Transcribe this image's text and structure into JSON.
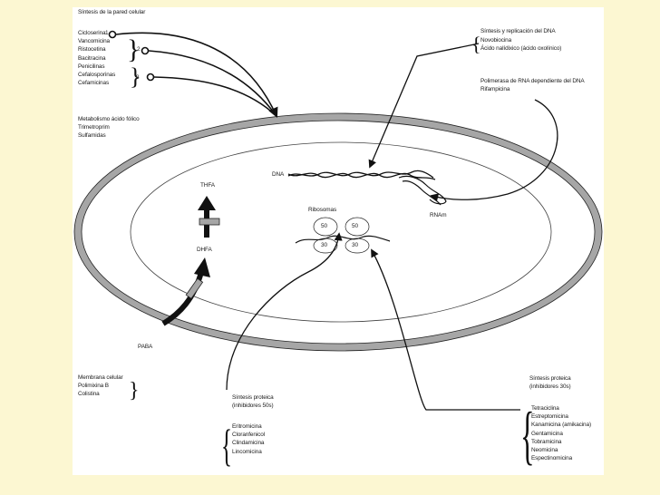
{
  "cell_wall": {
    "title": "Síntesis de la pared celular",
    "items": [
      "Cicloserina",
      "Vancomicina",
      "Ristocetina",
      "Bacitracina",
      "Penicilinas",
      "Cefalosporinas",
      "Cefamicinas"
    ],
    "step_numbers": [
      "1",
      "2",
      "3"
    ]
  },
  "folate": {
    "title": "Metabolismo ácido fólico",
    "items": [
      "Trimetroprim",
      "Sulfamidas"
    ]
  },
  "membrane": {
    "items": [
      "Membrana celular",
      "Polimixina B",
      "Colistina"
    ]
  },
  "dna_synthesis": {
    "title": "Síntesis y replicación del DNA",
    "items": [
      "Novobiocina",
      "Ácido nalídixico (ácido oxolínico)"
    ]
  },
  "rna_polymerase": {
    "items": [
      "Polimerasa de RNA dependiente del DNA",
      "Rifampicina"
    ]
  },
  "protein_30s": {
    "title": "Síntesis proteica",
    "subtitle": "(inhibidores 30s)",
    "items": [
      "Tetraciclina",
      "Estreptomicina",
      "Kanamicina (amikacina)",
      "Gentamicina",
      "Tobramicina",
      "Neomicina",
      "Espectinomicina"
    ]
  },
  "protein_50s": {
    "title": "Síntesis proteica",
    "subtitle": "(inhibidores 50s)",
    "items": [
      "Eritromicina",
      "Cloranfenicol",
      "Clindamicina",
      "Lincomicina"
    ]
  },
  "cell": {
    "dna": "DNA",
    "rnam": "RNAm",
    "ribosomes": "Ribosomas",
    "sub50_a": "50",
    "sub50_b": "50",
    "sub30_a": "30",
    "sub30_b": "30",
    "thfa": "THFA",
    "dhfa": "DHFA",
    "paba": "PABA"
  },
  "colors": {
    "slide_background": "#fcf7d2",
    "cell_wall_band": "#a6a6a6",
    "line": "#111111"
  }
}
